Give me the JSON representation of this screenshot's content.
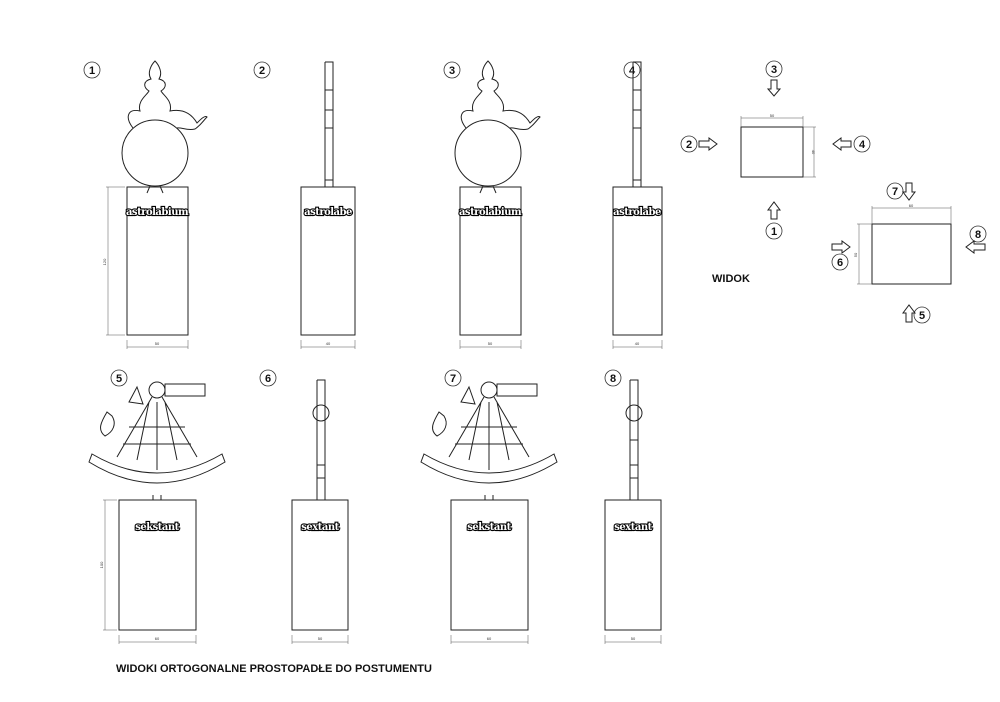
{
  "sheet_title": "WIDOKI ORTOGONALNE PROSTOPADŁE DO POSTUMENTU",
  "plan_label": "WIDOK",
  "views": [
    {
      "number": "1",
      "inscription": "astrolabium",
      "width_dim": "50",
      "height_dim": "120"
    },
    {
      "number": "2",
      "inscription": "astrolabe",
      "width_dim": "40"
    },
    {
      "number": "3",
      "inscription": "astrolabium",
      "width_dim": "50"
    },
    {
      "number": "4",
      "inscription": "astrolabe",
      "width_dim": "40"
    },
    {
      "number": "5",
      "inscription": "sekstant",
      "width_dim": "60",
      "height_dim": "100"
    },
    {
      "number": "6",
      "inscription": "sextant",
      "width_dim": "50"
    },
    {
      "number": "7",
      "inscription": "sekstant",
      "width_dim": "60"
    },
    {
      "number": "8",
      "inscription": "sextant",
      "width_dim": "50"
    }
  ],
  "plan_a": {
    "width_dim": "50",
    "depth_dim": "40",
    "arrows": [
      "3",
      "2",
      "4",
      "1"
    ]
  },
  "plan_b": {
    "width_dim": "60",
    "depth_dim": "50",
    "arrows": [
      "7",
      "6",
      "8",
      "5"
    ]
  }
}
